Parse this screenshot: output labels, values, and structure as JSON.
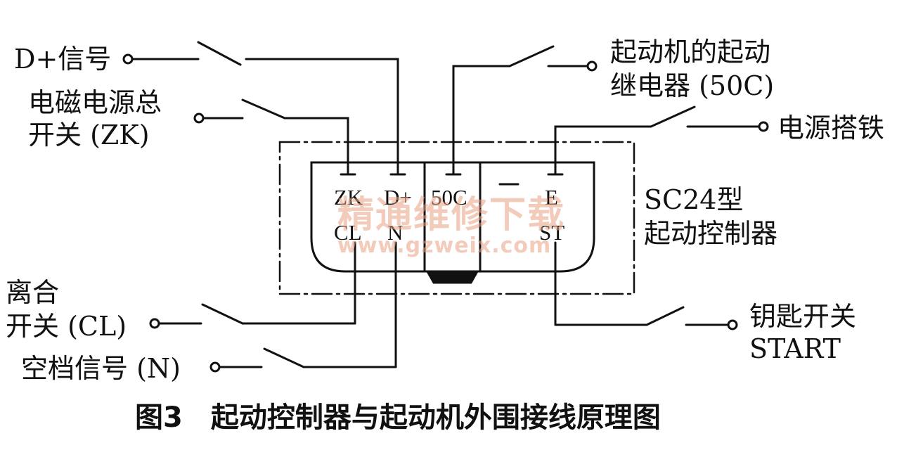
{
  "labels": {
    "d_plus_signal": "D+信号",
    "em_power_switch_line1": "电磁电源总",
    "em_power_switch_line2": "开关 (ZK)",
    "starter_relay_line1": "起动机的起动",
    "starter_relay_line2": "继电器 (50C)",
    "power_ground": "电源搭铁",
    "controller_line1": "SC24型",
    "controller_line2": "起动控制器",
    "clutch_switch_line1": "离合",
    "clutch_switch_line2": "开关 (CL)",
    "neutral_signal": "空档信号 (N)",
    "key_switch_line1": "钥匙开关",
    "key_switch_line2": "START"
  },
  "pins": {
    "zk": "ZK",
    "d_plus": "D+",
    "c50": "50C",
    "minus": "—",
    "e": "E",
    "cl": "CL",
    "n": "N",
    "st": "ST"
  },
  "watermark": {
    "cn": "精通维修下载",
    "url": "www.gzweix.com"
  },
  "caption": "图3　起动控制器与起动机外围接线原理图",
  "colors": {
    "line": "#111111",
    "watermark": "#e8a082"
  }
}
